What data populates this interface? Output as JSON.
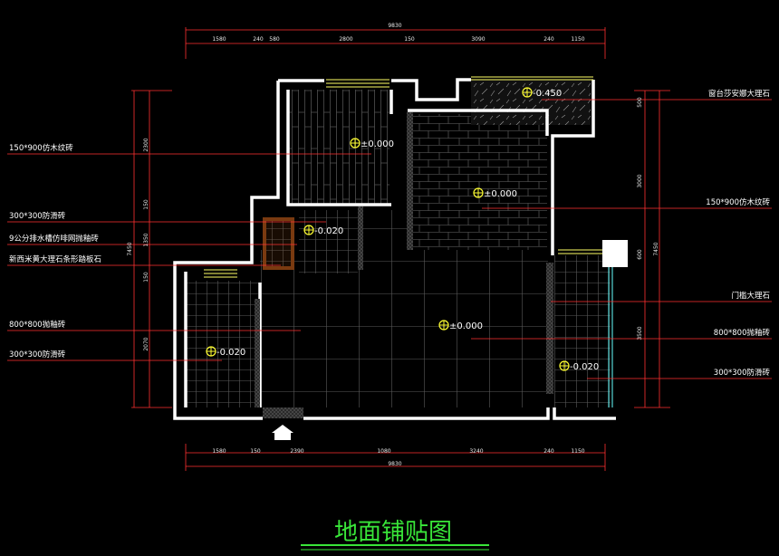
{
  "title": "地面铺贴图",
  "top_dims": {
    "total": "9830",
    "segments": [
      "1580",
      "240",
      "580",
      "2800",
      "150",
      "3090",
      "240",
      "1150"
    ]
  },
  "bottom_dims": {
    "total": "9830",
    "segments": [
      "1580",
      "150",
      "2390",
      "1080",
      "3240",
      "240",
      "1150"
    ]
  },
  "left_dims": {
    "total": "7450",
    "segments": [
      "2300",
      "150",
      "1350",
      "150",
      "2070"
    ]
  },
  "right_dims": {
    "total": "7450",
    "segments": [
      "500",
      "3000",
      "600",
      "3500"
    ]
  },
  "left_labels": [
    "150*900仿木纹砖",
    "300*300防滑砖",
    "9公分排水槽仿啡网抛釉砖",
    "新西米黄大理石条形踏板石",
    "800*800抛釉砖",
    "300*300防滑砖"
  ],
  "right_labels": [
    "窗台莎安娜大理石",
    "150*900仿木纹砖",
    "门槛大理石",
    "800*800抛釉砖",
    "300*300防滑砖"
  ],
  "elevations": [
    {
      "value": "0.450",
      "sign": "-"
    },
    {
      "value": "0.000",
      "sign": "±"
    },
    {
      "value": "0.000",
      "sign": "±"
    },
    {
      "value": "0.020",
      "sign": "-"
    },
    {
      "value": "0.000",
      "sign": "±"
    },
    {
      "value": "0.020",
      "sign": "-"
    },
    {
      "value": "0.020",
      "sign": "-"
    }
  ]
}
